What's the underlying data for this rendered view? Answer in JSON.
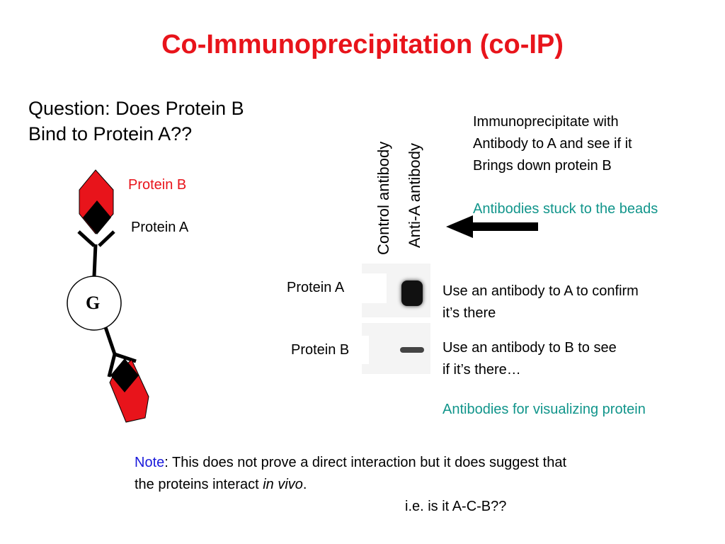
{
  "title": "Co-Immunoprecipitation (co-IP)",
  "question": {
    "line1": "Question: Does Protein B",
    "line2": "Bind to Protein A??"
  },
  "diagram": {
    "protein_b_label": "Protein B",
    "protein_a_label": "Protein A",
    "bead_label": "G",
    "colors": {
      "protein_b": "#e8141b",
      "protein_a": "#000000",
      "label_red": "#e8141b"
    }
  },
  "lanes": {
    "control": "Control antibody",
    "anti_a": "Anti-A antibody"
  },
  "blot": {
    "row_a_label": "Protein A",
    "row_b_label": "Protein B"
  },
  "text": {
    "ip_line1": "Immunoprecipitate with",
    "ip_line2": "Antibody to A and see if it",
    "ip_line3": "Brings down protein B",
    "beads_note": "Antibodies stuck to the beads",
    "confirm_a_line1": "Use an antibody to A to confirm",
    "confirm_a_line2": "it’s there",
    "check_b_line1": "Use an antibody to B to see",
    "check_b_line2": "if it’s there…",
    "visualize_note": "Antibodies for visualizing protein"
  },
  "note": {
    "label": "Note",
    "line1_rest": ": This does not prove a direct interaction but it does suggest that",
    "line2_start": "the proteins interact ",
    "line2_italic": "in vivo",
    "line2_end": ".",
    "line3": "i.e. is it A-C-B??"
  },
  "accent_colors": {
    "title": "#e8141b",
    "teal": "#11958b"
  }
}
